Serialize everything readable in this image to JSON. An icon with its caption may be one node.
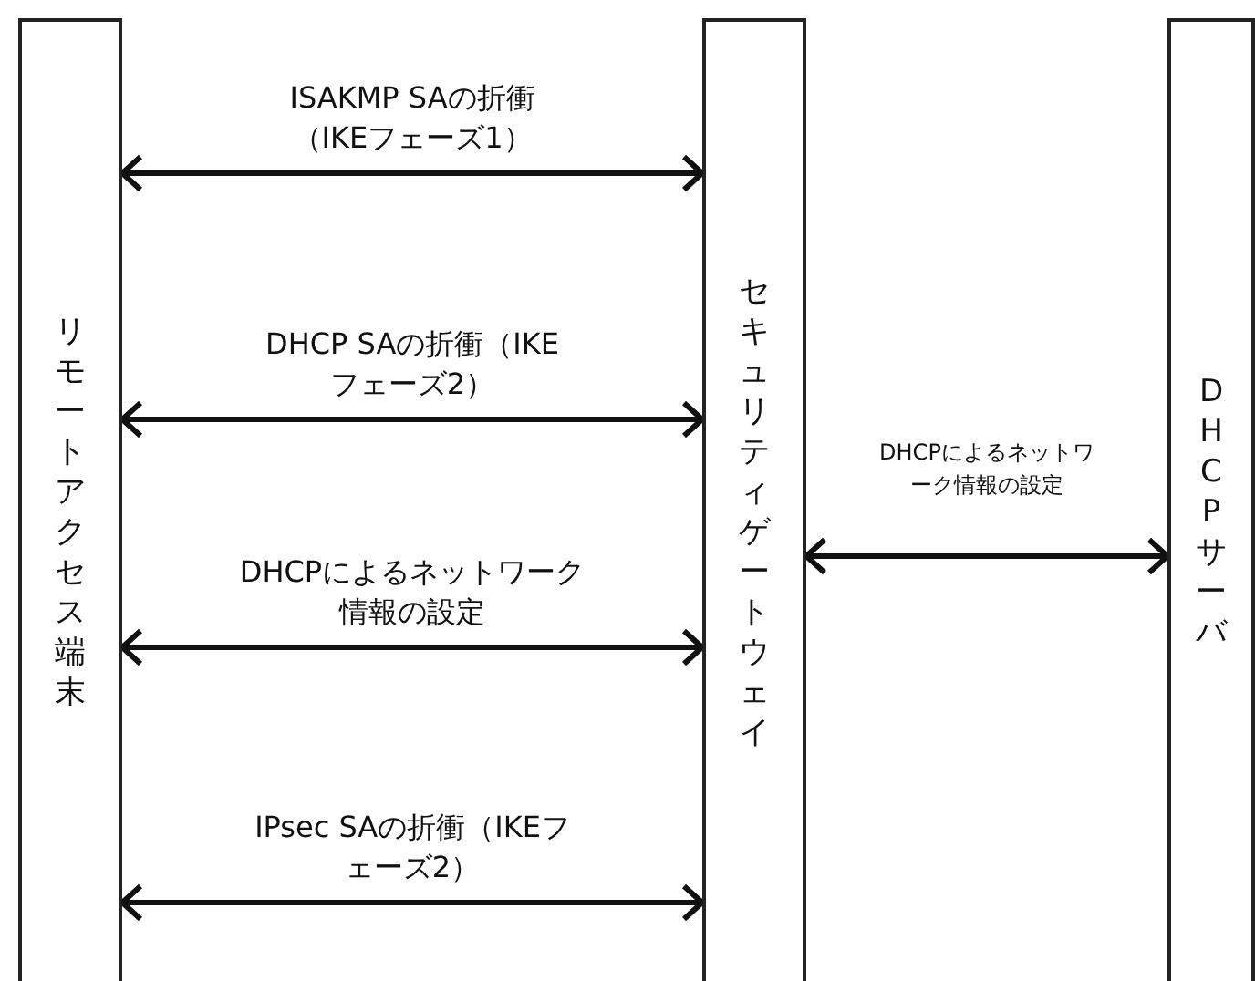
{
  "diagram": {
    "nodes": [
      {
        "text": [
          "リモートアクセス端末"
        ]
      },
      {
        "text": [
          "セキュリティゲートウェイ"
        ]
      },
      {
        "text": [
          "DHCPサーバ"
        ]
      }
    ],
    "edges": [
      {
        "from": 0,
        "to": 1,
        "arrow": "both",
        "label": "ISAKMP SAの折衝（IKEフェーズ1）"
      },
      {
        "from": 0,
        "to": 1,
        "arrow": "both",
        "label": "DHCP SAの折衝（IKEフェーズ2）"
      },
      {
        "from": 0,
        "to": 1,
        "arrow": "both",
        "label": "DHCPによるネットワーク情報の設定"
      },
      {
        "from": 0,
        "to": 1,
        "arrow": "both",
        "label": "IPsec SAの折衝（IKEフェーズ2）"
      },
      {
        "from": 1,
        "to": 2,
        "arrow": "both",
        "label": "DHCPによるネットワーク情報の設定"
      }
    ]
  }
}
